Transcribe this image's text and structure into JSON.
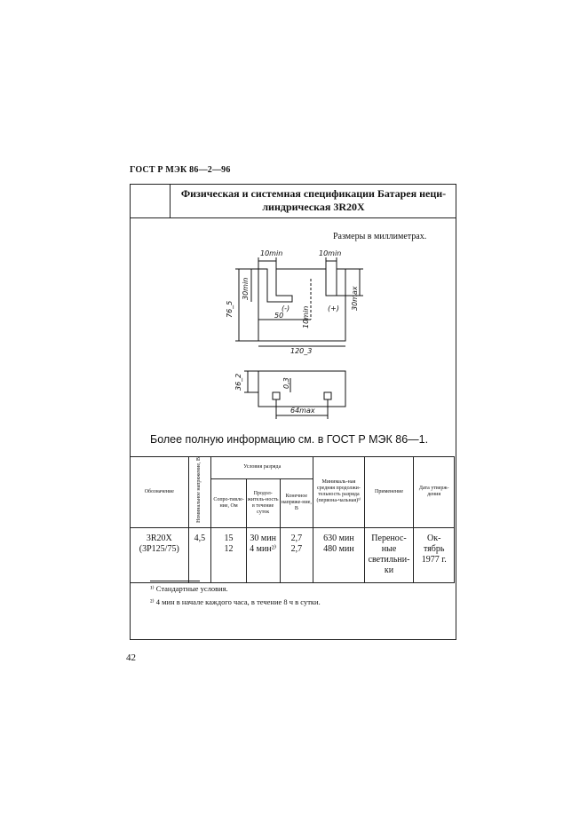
{
  "header": {
    "doc_code": "ГОСТ Р МЭК 86—2—96"
  },
  "spec": {
    "title": "Физическая и системная спецификации Батарея неци-линдрическая 3R20X",
    "dims_note": "Размеры в миллиметрах."
  },
  "drawing": {
    "labels": {
      "top_left_gap": "10min",
      "top_right_gap": "10min",
      "height_overall": "76_5",
      "height_left": "30min",
      "height_right": "30max",
      "neg_terminal": "(-)",
      "pos_terminal": "(+)",
      "offset": "50",
      "slot_width": "10min",
      "width": "120_3",
      "depth": "36_2",
      "contact": "0,3",
      "pitch": "64max"
    }
  },
  "more_info": "Более полную информацию см. в ГОСТ Р МЭК 86—1.",
  "table": {
    "headers": {
      "designation": "Обозначение",
      "nominal_voltage": "Номинальное напряжение, В",
      "discharge_conditions": "Условия разряда",
      "resistance": "Сопро-тивле-ние, Ом",
      "duration": "Продол-житель-ность в течение суток",
      "final_voltage": "Конечное напряже-ние, В",
      "min_avg_duration": "Минималь-ная средняя продолжи-тельность разряда (первона-чальная)¹⁾",
      "application": "Применение",
      "approval_date": "Дата утверж-дения"
    },
    "row": {
      "designation": "3R20X\n(3P125/75)",
      "nominal_voltage": "4,5",
      "resistance": "15\n12",
      "duration": "30 мин\n4 мин²⁾",
      "final_voltage": "2,7\n2,7",
      "min_avg_duration": "630 мин\n480 мин",
      "application": "Перенос-\nные\nсветильни-\nки",
      "approval_date": "Ок-\nтябрь\n1977 г."
    }
  },
  "footnotes": {
    "fn1": "¹⁾ Стандартные условия.",
    "fn2": "²⁾ 4 мин в начале каждого часа, в течение 8 ч в сутки."
  },
  "page_number": "42"
}
